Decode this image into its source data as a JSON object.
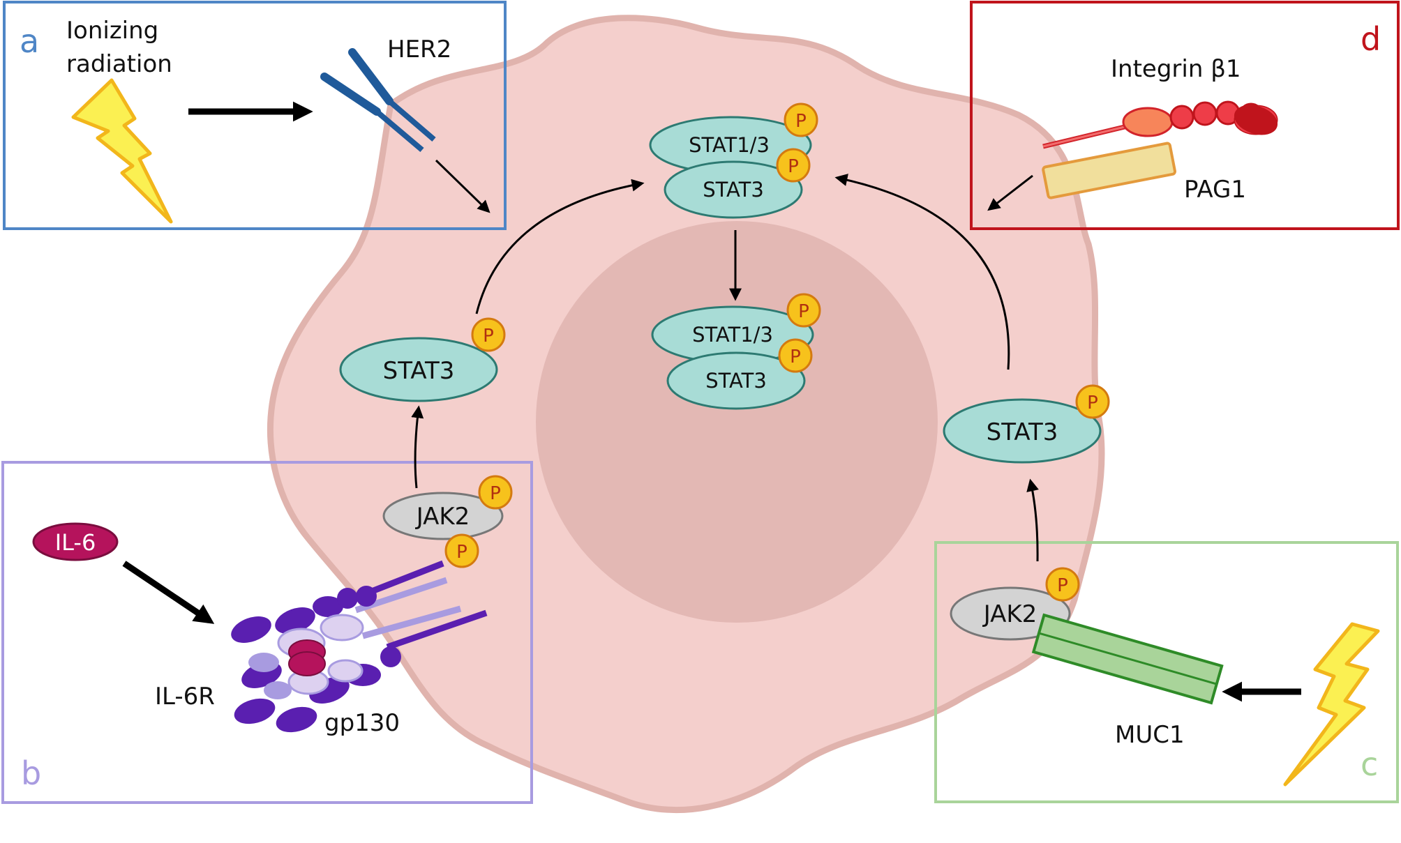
{
  "panels": {
    "a": {
      "letter": "a",
      "color": "#4f86c6",
      "stimulus": [
        "Ionizing",
        "radiation"
      ],
      "receptor": "HER2"
    },
    "b": {
      "letter": "b",
      "color": "#a89be0",
      "ligand": "IL-6",
      "receptor_labels": [
        "IL-6R",
        "gp130"
      ]
    },
    "c": {
      "letter": "c",
      "color": "#a9d49a",
      "receptor": "MUC1"
    },
    "d": {
      "letter": "d",
      "color": "#c0141c",
      "proteins": [
        "Integrin β1",
        "PAG1"
      ]
    }
  },
  "cell": {
    "stat3_left": "STAT3",
    "stat3_right": "STAT3",
    "jak2_left": "JAK2",
    "jak2_right": "JAK2",
    "cytoplasm_dimer": [
      "STAT1/3",
      "STAT3"
    ],
    "nuclear_dimer": [
      "STAT1/3",
      "STAT3"
    ],
    "phospho_label": "P"
  },
  "colors": {
    "cell_fill": "#f4cfcc",
    "cell_edge": "#e0b3ad",
    "nucleus": "#e3b8b4",
    "stat_fill": "#a8dcd6",
    "stat_edge": "#2d7a72",
    "jak_fill": "#d3d3d3",
    "phospho_fill": "#f7c21c",
    "lightning": "#fbf052"
  }
}
